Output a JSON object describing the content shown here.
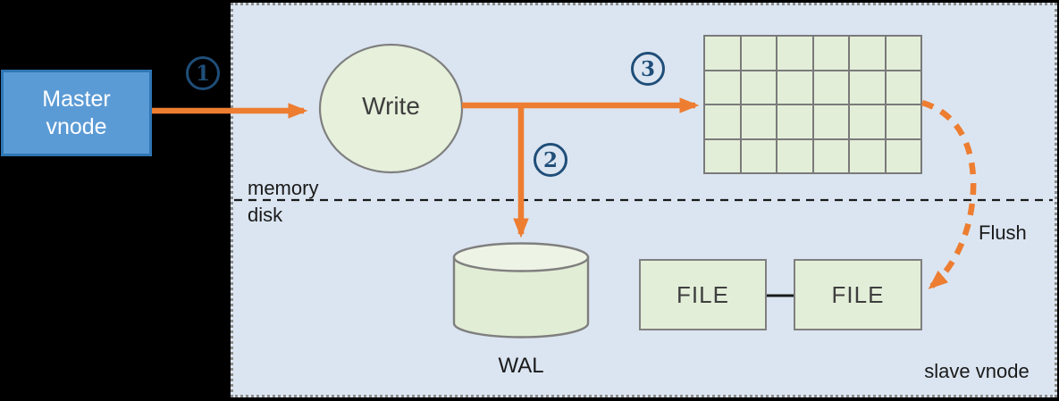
{
  "master_vnode": {
    "line1": "Master",
    "line2": "vnode"
  },
  "write_node": {
    "label": "Write"
  },
  "steps": [
    {
      "num": "1"
    },
    {
      "num": "2"
    },
    {
      "num": "3"
    }
  ],
  "layers": {
    "memory_label": "memory",
    "disk_label": "disk"
  },
  "memory_table": {
    "rows": 4,
    "cols": 6
  },
  "wal": {
    "label": "WAL"
  },
  "flush": {
    "label": "Flush"
  },
  "files": {
    "file1": "FILE",
    "file2": "FILE"
  },
  "slave_vnode": {
    "label": "slave vnode"
  },
  "colors": {
    "arrow_orange": "#ed7d31",
    "panel_blue": "#dbe5f1",
    "shape_green": "#e3eed8",
    "master_fill": "#5b9bd5",
    "master_border": "#2f76b5",
    "step_navy": "#1f4e79",
    "shape_border_gray": "#7f7f7f"
  }
}
